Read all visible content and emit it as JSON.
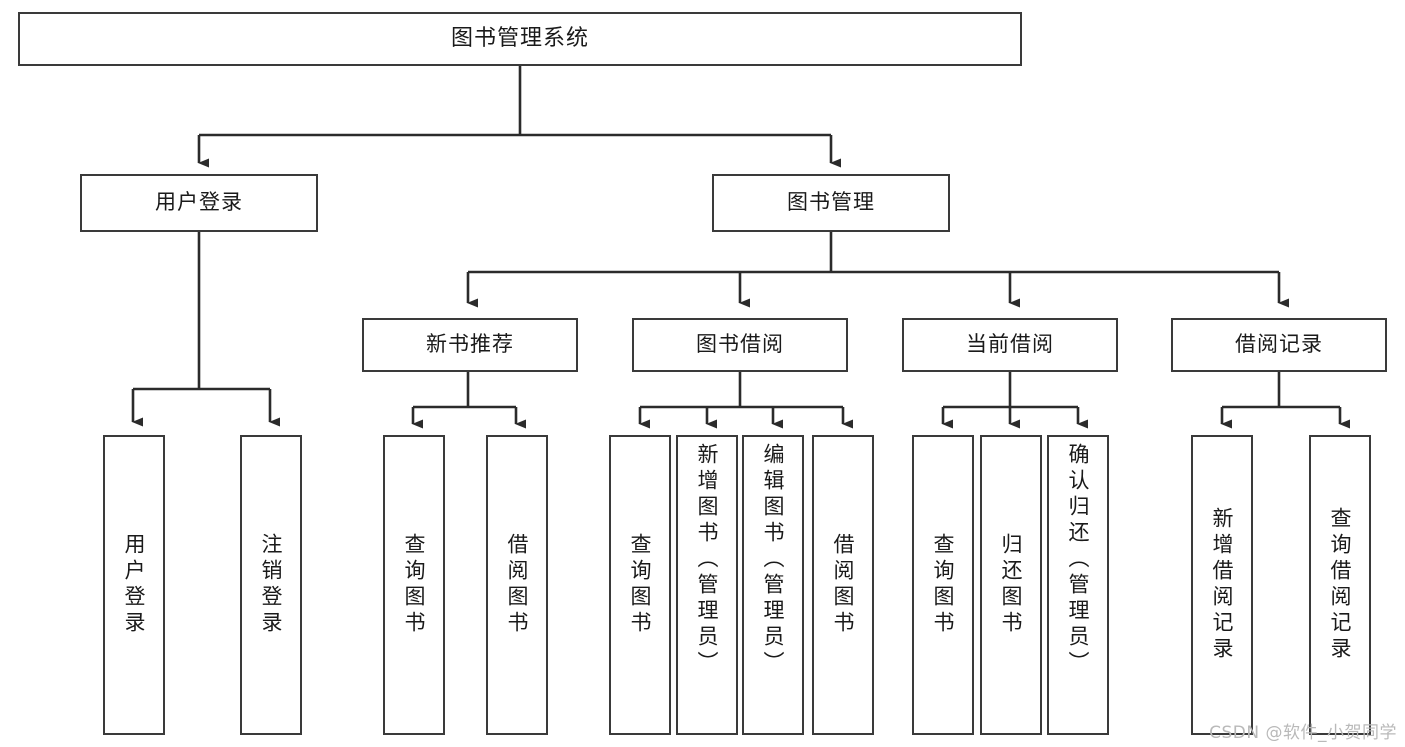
{
  "diagram": {
    "title": "图书管理系统",
    "type": "tree-hierarchy-functional-structure",
    "watermark": "CSDN @软件_小贺同学",
    "colors": {
      "box_border": "#3a3a3a",
      "box_fill": "#ffffff",
      "edge": "#2b2b2b",
      "text": "#1a1a1a",
      "watermark": "#b9b9b9",
      "background": "#ffffff"
    },
    "levels": [
      {
        "level": 1,
        "nodes": [
          {
            "id": "root",
            "label": "图书管理系统",
            "orientation": "horizontal"
          }
        ]
      },
      {
        "level": 2,
        "nodes": [
          {
            "id": "user-login",
            "label": "用户登录",
            "orientation": "horizontal",
            "parent": "root"
          },
          {
            "id": "book-manage",
            "label": "图书管理",
            "orientation": "horizontal",
            "parent": "root"
          }
        ]
      },
      {
        "level": 3,
        "nodes": [
          {
            "id": "new-book-rec",
            "label": "新书推荐",
            "orientation": "horizontal",
            "parent": "book-manage"
          },
          {
            "id": "book-borrow",
            "label": "图书借阅",
            "orientation": "horizontal",
            "parent": "book-manage"
          },
          {
            "id": "current-borrow",
            "label": "当前借阅",
            "orientation": "horizontal",
            "parent": "book-manage"
          },
          {
            "id": "borrow-record",
            "label": "借阅记录",
            "orientation": "horizontal",
            "parent": "book-manage"
          }
        ]
      },
      {
        "level": 4,
        "nodes": [
          {
            "id": "leaf-user-login",
            "label": "用户登录",
            "orientation": "vertical",
            "parent": "user-login"
          },
          {
            "id": "leaf-logout",
            "label": "注销登录",
            "orientation": "vertical",
            "parent": "user-login"
          },
          {
            "id": "leaf-query-book-1",
            "label": "查询图书",
            "orientation": "vertical",
            "parent": "new-book-rec"
          },
          {
            "id": "leaf-borrow-book-1",
            "label": "借阅图书",
            "orientation": "vertical",
            "parent": "new-book-rec"
          },
          {
            "id": "leaf-query-book-2",
            "label": "查询图书",
            "orientation": "vertical",
            "parent": "book-borrow"
          },
          {
            "id": "leaf-add-book",
            "label": "新增图书（管理员）",
            "orientation": "vertical",
            "parent": "book-borrow"
          },
          {
            "id": "leaf-edit-book",
            "label": "编辑图书（管理员）",
            "orientation": "vertical",
            "parent": "book-borrow"
          },
          {
            "id": "leaf-borrow-book-2",
            "label": "借阅图书",
            "orientation": "vertical",
            "parent": "book-borrow"
          },
          {
            "id": "leaf-query-book-3",
            "label": "查询图书",
            "orientation": "vertical",
            "parent": "current-borrow"
          },
          {
            "id": "leaf-return-book",
            "label": "归还图书",
            "orientation": "vertical",
            "parent": "current-borrow"
          },
          {
            "id": "leaf-confirm-return",
            "label": "确认归还（管理员）",
            "orientation": "vertical",
            "parent": "current-borrow"
          },
          {
            "id": "leaf-add-record",
            "label": "新增借阅记录",
            "orientation": "vertical",
            "parent": "borrow-record"
          },
          {
            "id": "leaf-query-record",
            "label": "查询借阅记录",
            "orientation": "vertical",
            "parent": "borrow-record"
          }
        ]
      }
    ]
  }
}
